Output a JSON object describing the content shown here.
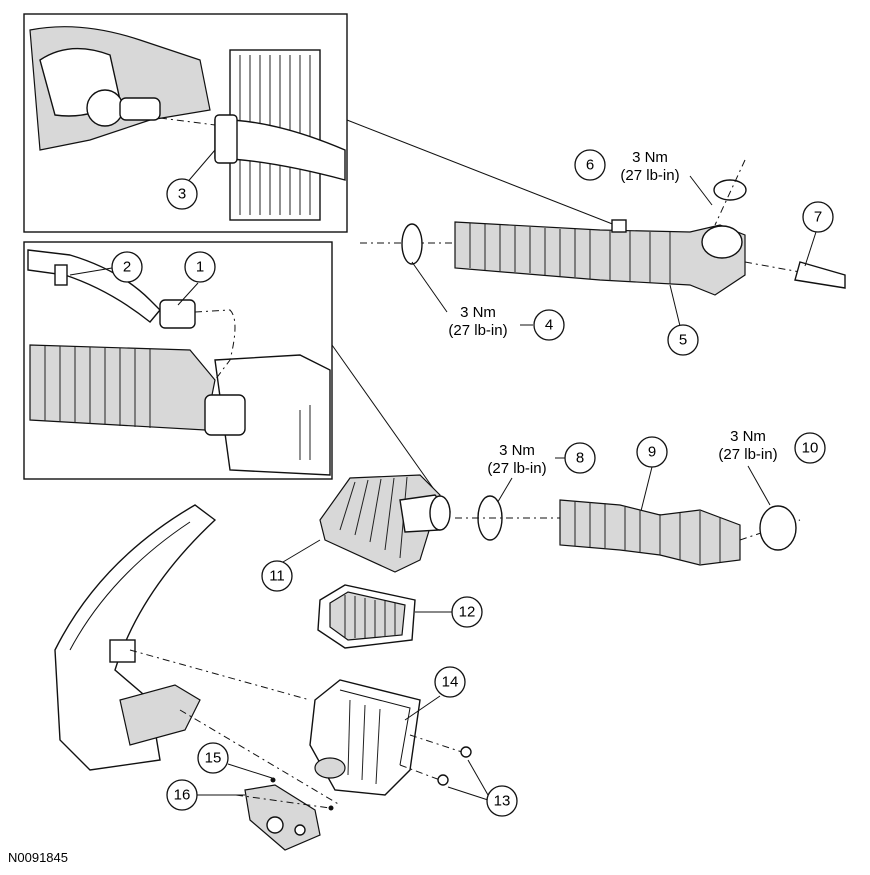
{
  "figure_id": "N0091845",
  "callouts": {
    "c1": "1",
    "c2": "2",
    "c3": "3",
    "c4": "4",
    "c5": "5",
    "c6": "6",
    "c7": "7",
    "c8": "8",
    "c9": "9",
    "c10": "10",
    "c11": "11",
    "c12": "12",
    "c13": "13",
    "c14": "14",
    "c15": "15",
    "c16": "16"
  },
  "torque_specs": {
    "t6": {
      "nm": "3 Nm",
      "lbin": "(27 lb-in)"
    },
    "t4": {
      "nm": "3 Nm",
      "lbin": "(27 lb-in)"
    },
    "t8": {
      "nm": "3 Nm",
      "lbin": "(27 lb-in)"
    },
    "t10": {
      "nm": "3 Nm",
      "lbin": "(27 lb-in)"
    }
  }
}
